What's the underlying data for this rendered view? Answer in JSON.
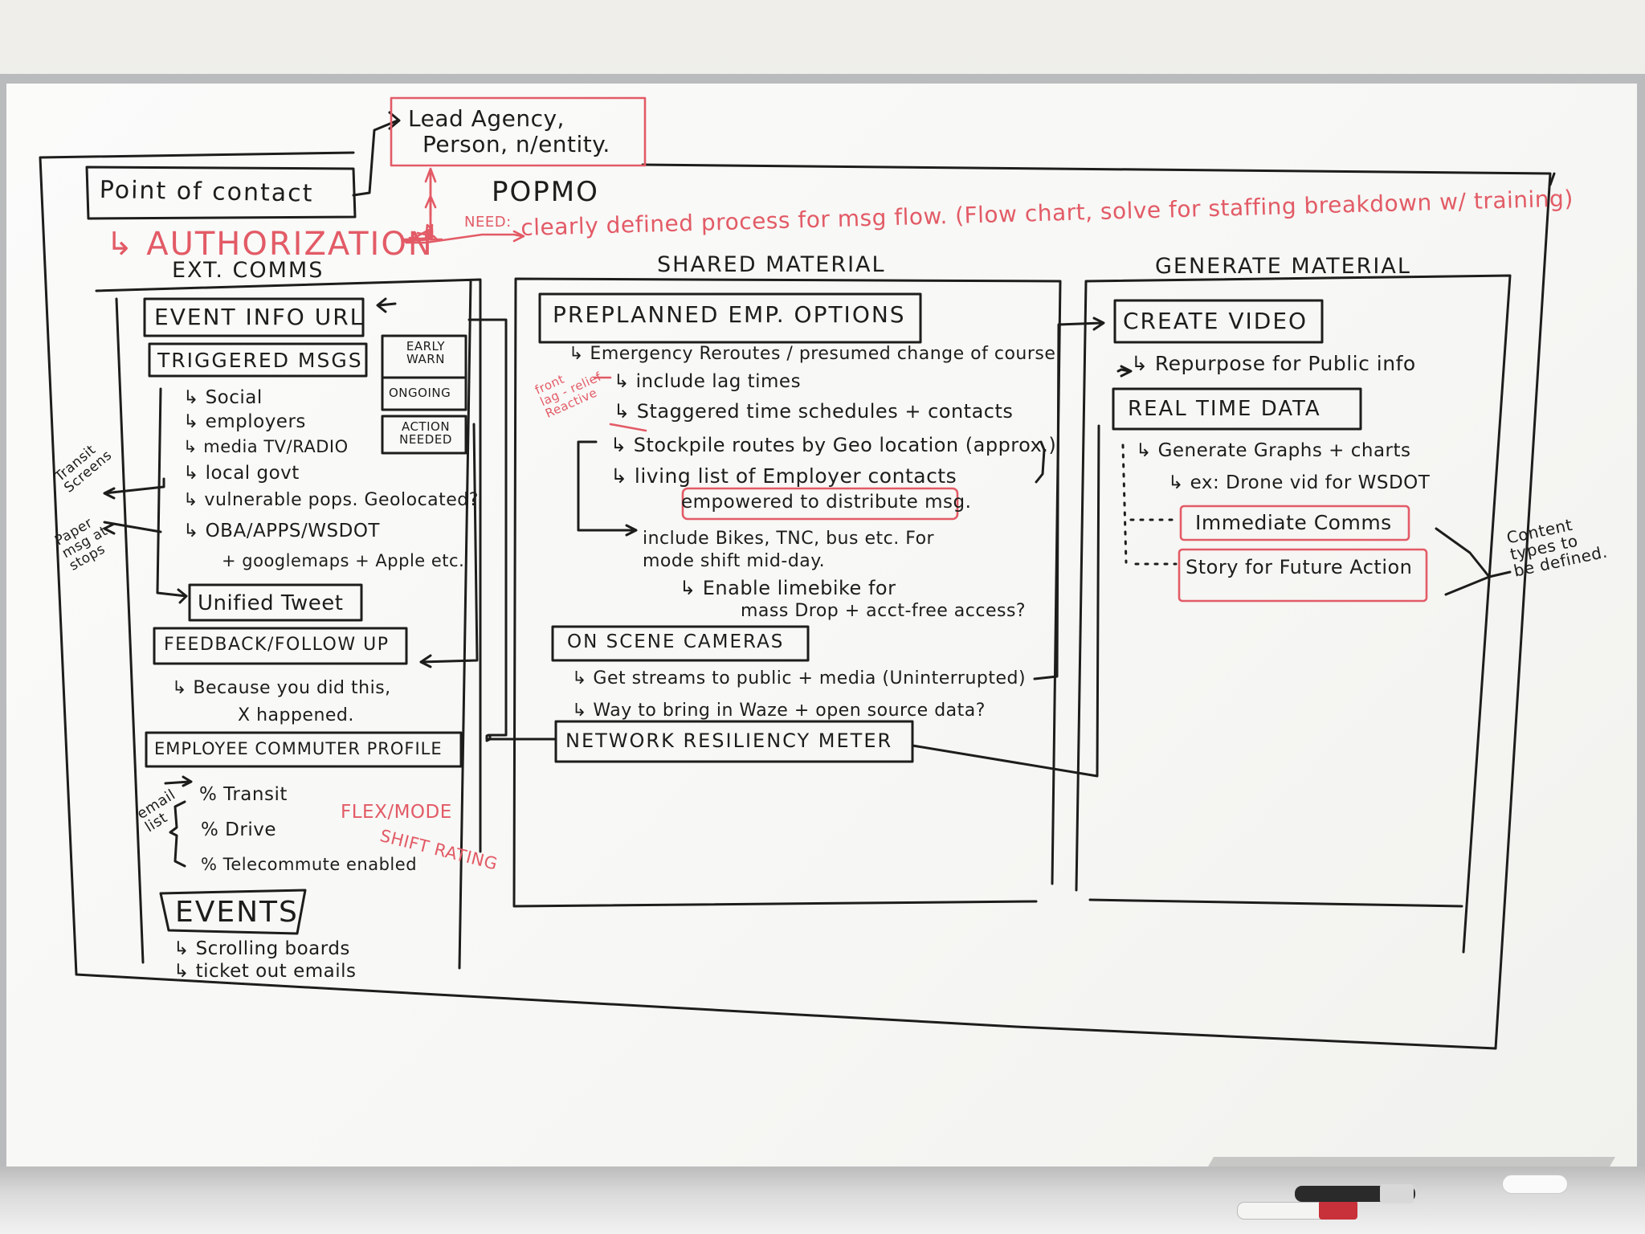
{
  "top": {
    "point_of_contact": "Point of contact",
    "authorization": "↳ AUTHORIZATION",
    "lead_agency": "Lead Agency,",
    "person_entity": "Person, n/entity.",
    "popmo": "POPMO",
    "need": "NEED:",
    "need_text": "clearly defined process for msg flow. (Flow chart, solve for staffing breakdown w/ training)"
  },
  "ext_comms": {
    "header": "EXT. COMMS",
    "event_info_url": "EVENT INFO URL",
    "triggered_msgs": "TRIGGERED MSGS",
    "status_early_warn": "EARLY WARN",
    "status_ongoing": "ONGOING",
    "status_action_needed": "ACTION NEEDED",
    "channels": [
      "↳ Social",
      "↳ employers",
      "↳ media TV/RADIO",
      "↳ local govt",
      "↳ vulnerable pops. Geolocated?",
      "↳ OBA/APPS/WSDOT",
      "+ googlemaps + Apple etc."
    ],
    "side_note_1": "Transit\nScreens",
    "side_note_2": "Paper\nmsg at\nstops",
    "unified_tweet": "Unified Tweet",
    "feedback": "FEEDBACK/FOLLOW UP",
    "feedback_detail_1": "↳ Because you did this,",
    "feedback_detail_2": "X happened.",
    "commuter_profile": "EMPLOYEE COMMUTER PROFILE",
    "email_list": "email\nlist",
    "profile_items": [
      "% Transit",
      "% Drive",
      "% Telecommute enabled"
    ],
    "flex_mode": "FLEX/MODE",
    "shift_rating": "SHIFT RATING",
    "events": "EVENTS",
    "event_items": [
      "↳ Scrolling boards",
      "↳ ticket out emails"
    ]
  },
  "shared": {
    "header": "SHARED MATERIAL",
    "preplanned": "PREPLANNED EMP. OPTIONS",
    "lines": [
      "↳ Emergency Reroutes / presumed change of course",
      "↳ include lag times",
      "↳ Staggered time schedules + contacts",
      "↳ Stockpile routes by Geo location (approx.)",
      "↳ living list of Employer contacts",
      "empowered to distribute msg.",
      "include Bikes, TNC, bus etc. For",
      "mode shift mid-day.",
      "↳ Enable limebike for",
      "mass Drop + acct-free access?"
    ],
    "margin_note": "front\nlag - relief\nReactive",
    "on_scene": "ON SCENE CAMERAS",
    "scene_lines": [
      "↳ Get streams to public + media (Uninterrupted)",
      "↳ Way to bring in Waze + open source data?"
    ],
    "network": "NETWORK RESILIENCY METER"
  },
  "generate": {
    "header": "GENERATE MATERIAL",
    "create_video": "CREATE VIDEO",
    "repurpose": "↳ Repurpose for Public info",
    "real_time": "REAL TIME DATA",
    "graphs": "↳ Generate Graphs + charts",
    "drone": "↳ ex: Drone vid for WSDOT",
    "immediate": "Immediate Comms",
    "story": "Story for Future Action",
    "content_note": "Content\ntypes to\nbe defined."
  },
  "colors": {
    "black_ink": "#1d1d1b",
    "red_ink": "#e25b66"
  }
}
